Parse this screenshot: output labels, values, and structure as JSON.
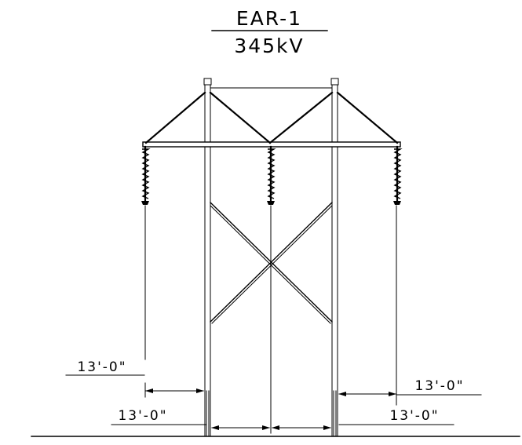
{
  "title": {
    "structure_name": "EAR-1",
    "voltage": "345kV"
  },
  "dimensions": {
    "left_outer": "13'-0\"",
    "left_inner": "13'-0\"",
    "right_outer": "13'-0\"",
    "right_inner": "13'-0\""
  }
}
